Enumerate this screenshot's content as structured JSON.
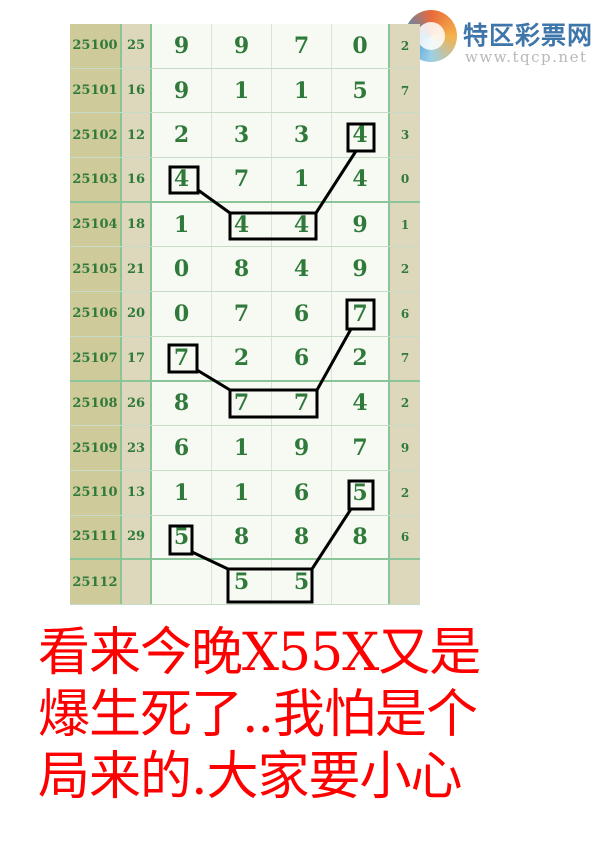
{
  "logo": {
    "title": "特区彩票网",
    "url": "www.tqcp.net",
    "icon": "swirl-logo-icon"
  },
  "table": {
    "rows": [
      {
        "period": "25100",
        "sum": "25",
        "digits": [
          "9",
          "9",
          "7",
          "0"
        ],
        "extra": "2"
      },
      {
        "period": "25101",
        "sum": "16",
        "digits": [
          "9",
          "1",
          "1",
          "5"
        ],
        "extra": "7"
      },
      {
        "period": "25102",
        "sum": "12",
        "digits": [
          "2",
          "3",
          "3",
          "4"
        ],
        "extra": "3"
      },
      {
        "period": "25103",
        "sum": "16",
        "digits": [
          "4",
          "7",
          "1",
          "4"
        ],
        "extra": "0"
      },
      {
        "period": "25104",
        "sum": "18",
        "digits": [
          "1",
          "4",
          "4",
          "9"
        ],
        "extra": "1"
      },
      {
        "period": "25105",
        "sum": "21",
        "digits": [
          "0",
          "8",
          "4",
          "9"
        ],
        "extra": "2"
      },
      {
        "period": "25106",
        "sum": "20",
        "digits": [
          "0",
          "7",
          "6",
          "7"
        ],
        "extra": "6"
      },
      {
        "period": "25107",
        "sum": "17",
        "digits": [
          "7",
          "2",
          "6",
          "2"
        ],
        "extra": "7"
      },
      {
        "period": "25108",
        "sum": "26",
        "digits": [
          "8",
          "7",
          "7",
          "4"
        ],
        "extra": "2"
      },
      {
        "period": "25109",
        "sum": "23",
        "digits": [
          "6",
          "1",
          "9",
          "7"
        ],
        "extra": "9"
      },
      {
        "period": "25110",
        "sum": "13",
        "digits": [
          "1",
          "1",
          "6",
          "5"
        ],
        "extra": "2"
      },
      {
        "period": "25111",
        "sum": "29",
        "digits": [
          "5",
          "8",
          "8",
          "8"
        ],
        "extra": "6"
      },
      {
        "period": "25112",
        "sum": "",
        "digits": [
          "",
          "5",
          "5",
          ""
        ],
        "extra": ""
      }
    ],
    "colors": {
      "text": "#2f7a3a",
      "period_bg": "#cfca9a",
      "sum_bg": "#ddd7bb",
      "cell_bg": "#f7faf3",
      "grid": "#8cc49a",
      "annotation": "#000000"
    }
  },
  "caption": {
    "lines": [
      "看来今晚X55X又是",
      "爆生死了..我怕是个",
      "局来的.大家要小心"
    ],
    "color": "#ff0000"
  }
}
